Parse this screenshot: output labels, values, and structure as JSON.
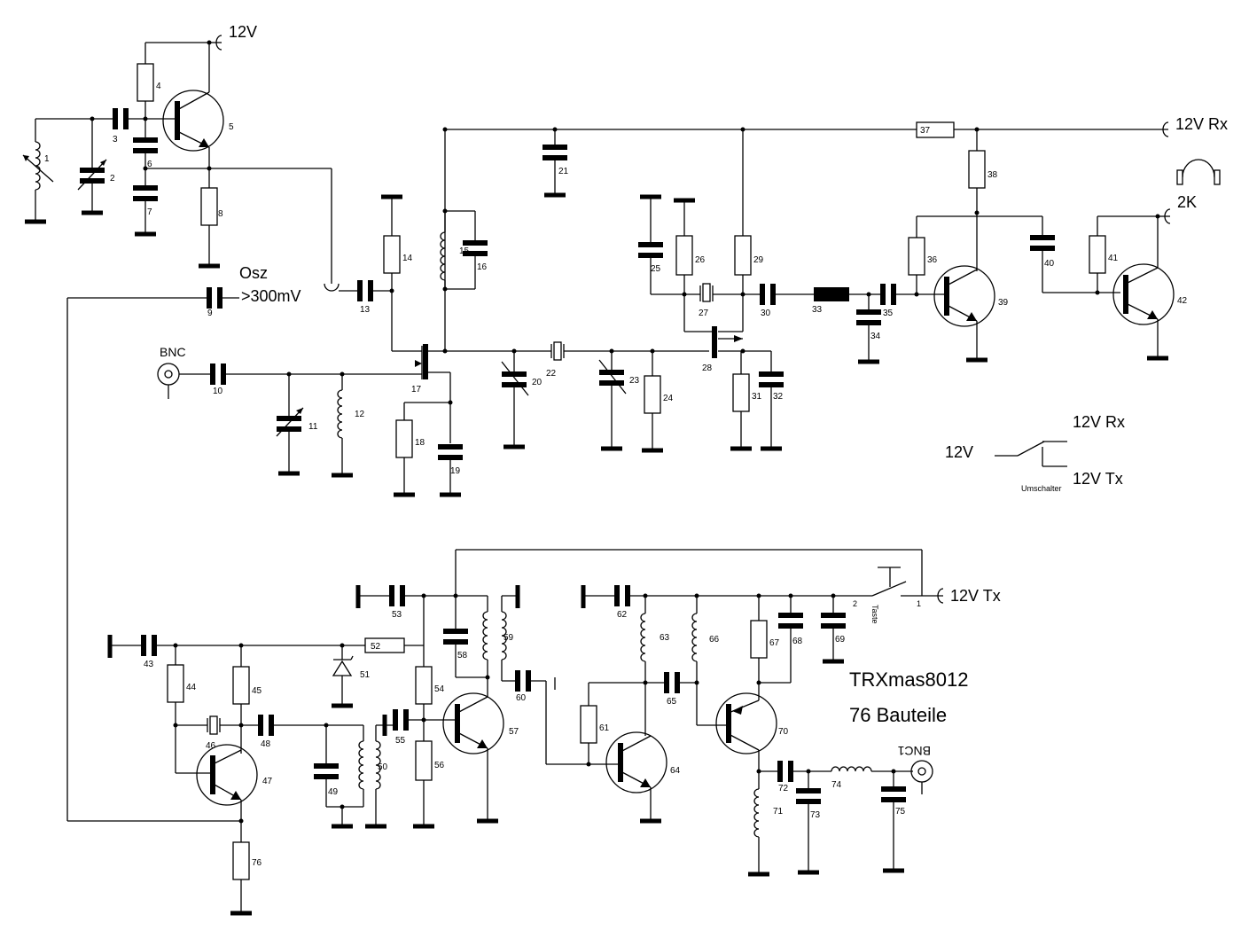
{
  "labels": {
    "supply_12v": "12V",
    "supply_rx": "12V Rx",
    "supply_rx_switch": "12V Rx",
    "supply_tx_switch": "12V Tx",
    "supply_tx": "12V Tx",
    "switch_in": "12V",
    "switch_name": "Umschalter",
    "osz": "Osz",
    "osz_level": ">300mV",
    "bnc_in": "BNC",
    "bnc_out": "BNC1",
    "headphone": "2K",
    "key": "Taste",
    "key_pin1": "1",
    "key_pin2": "2",
    "title": "TRXmas8012",
    "subtitle": "76 Bauteile"
  },
  "parts": [
    "1",
    "2",
    "3",
    "4",
    "5",
    "6",
    "7",
    "8",
    "9",
    "10",
    "11",
    "12",
    "13",
    "14",
    "15",
    "16",
    "17",
    "18",
    "19",
    "20",
    "21",
    "22",
    "23",
    "24",
    "25",
    "26",
    "27",
    "28",
    "29",
    "30",
    "31",
    "32",
    "33",
    "34",
    "35",
    "36",
    "37",
    "38",
    "39",
    "40",
    "41",
    "42",
    "43",
    "44",
    "45",
    "46",
    "47",
    "48",
    "49",
    "50",
    "51",
    "52",
    "53",
    "54",
    "55",
    "56",
    "57",
    "58",
    "59",
    "60",
    "61",
    "62",
    "63",
    "64",
    "65",
    "66",
    "67",
    "68",
    "69",
    "70",
    "71",
    "72",
    "73",
    "74",
    "75",
    "76"
  ]
}
